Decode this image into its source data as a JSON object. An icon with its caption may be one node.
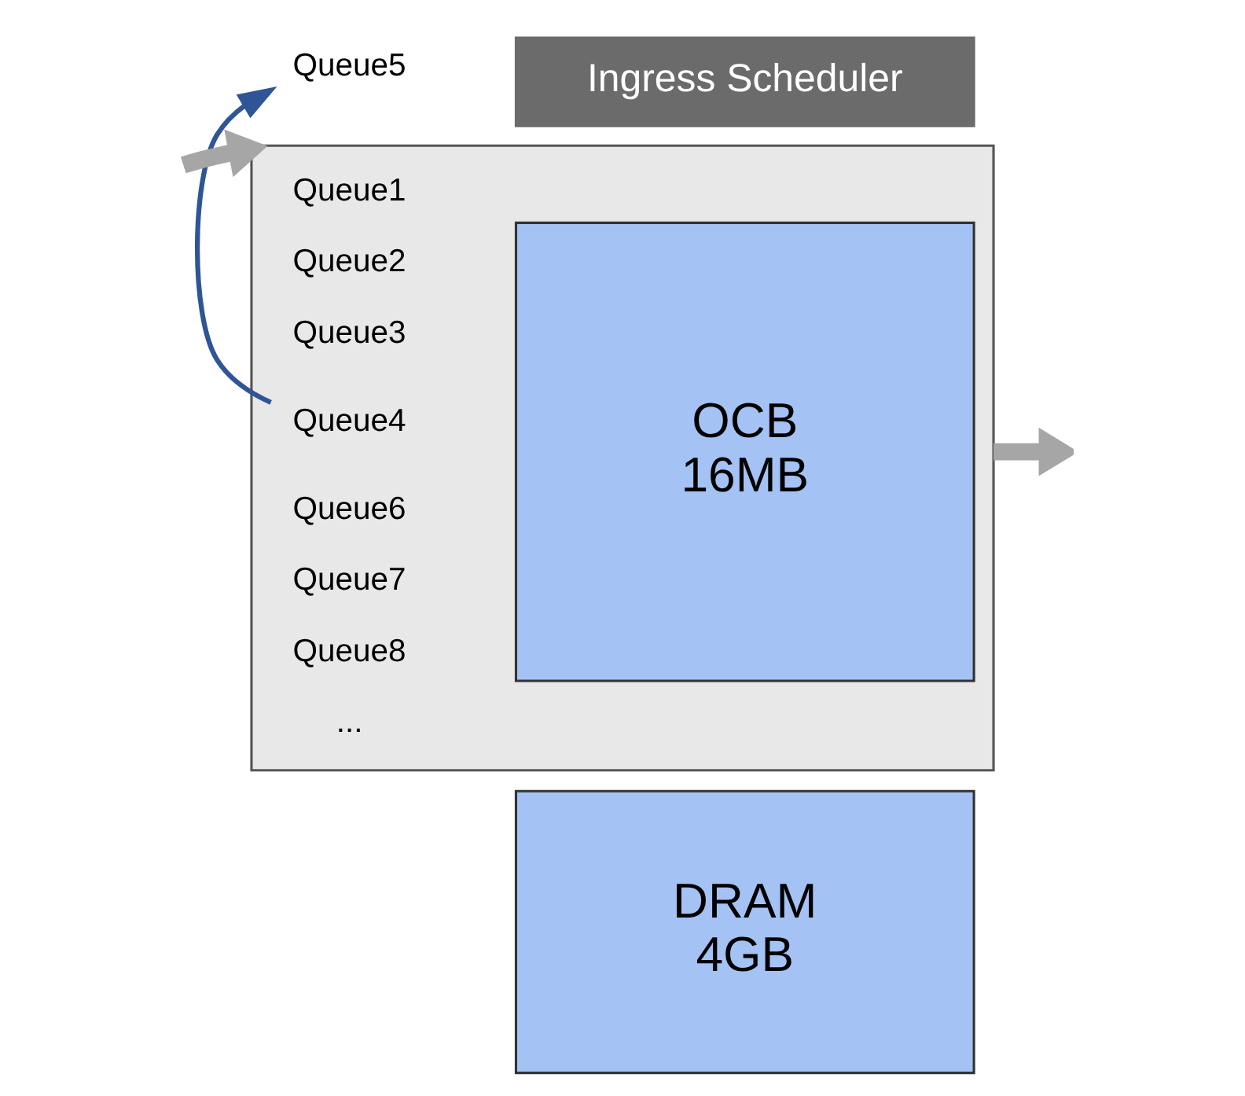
{
  "diagram": {
    "nodes": [
      {
        "text": [
          "DRAM",
          "4GB"
        ]
      },
      {
        "text": [],
        "shape": "box"
      },
      {
        "text": [
          "Queue4"
        ],
        "in": 1
      },
      {
        "text": [
          "OCB",
          "16MB"
        ],
        "in": 1
      },
      {
        "text": [
          "Queue5"
        ]
      },
      {
        "text": [
          "Ingress Scheduler"
        ]
      }
    ],
    "edges": [
      {
        "from": 2,
        "to": 4,
        "arrow": "to",
        "color": "#2f5597"
      },
      {
        "from": null,
        "to": 1,
        "arrow": "to"
      },
      {
        "from": 1,
        "to": null,
        "arrow": "to"
      }
    ],
    "labels": [
      "Queue1",
      "Queue2",
      "Queue3",
      "Queue6",
      "Queue7",
      "Queue8",
      "..."
    ]
  }
}
